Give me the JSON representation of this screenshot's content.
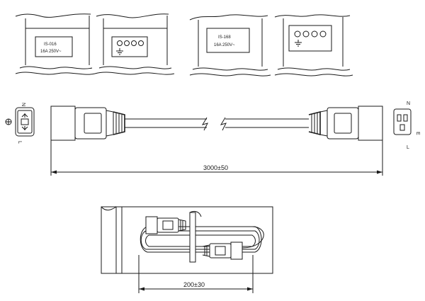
{
  "labels": {
    "plug_left_code": "IS-016",
    "plug_left_rating": "16A 250V~",
    "plug_right_code": "IS-168",
    "plug_right_rating": "16A 250V~",
    "cable_length": "3000±50",
    "coil_length": "200±30",
    "pin_n_left": "N",
    "pin_l_left": "L",
    "pin_n_right": "N",
    "pin_l_right": "L",
    "pin_e_right": "E"
  },
  "icons": [
    "cert-mark-icon",
    "ground-symbol-icon"
  ]
}
